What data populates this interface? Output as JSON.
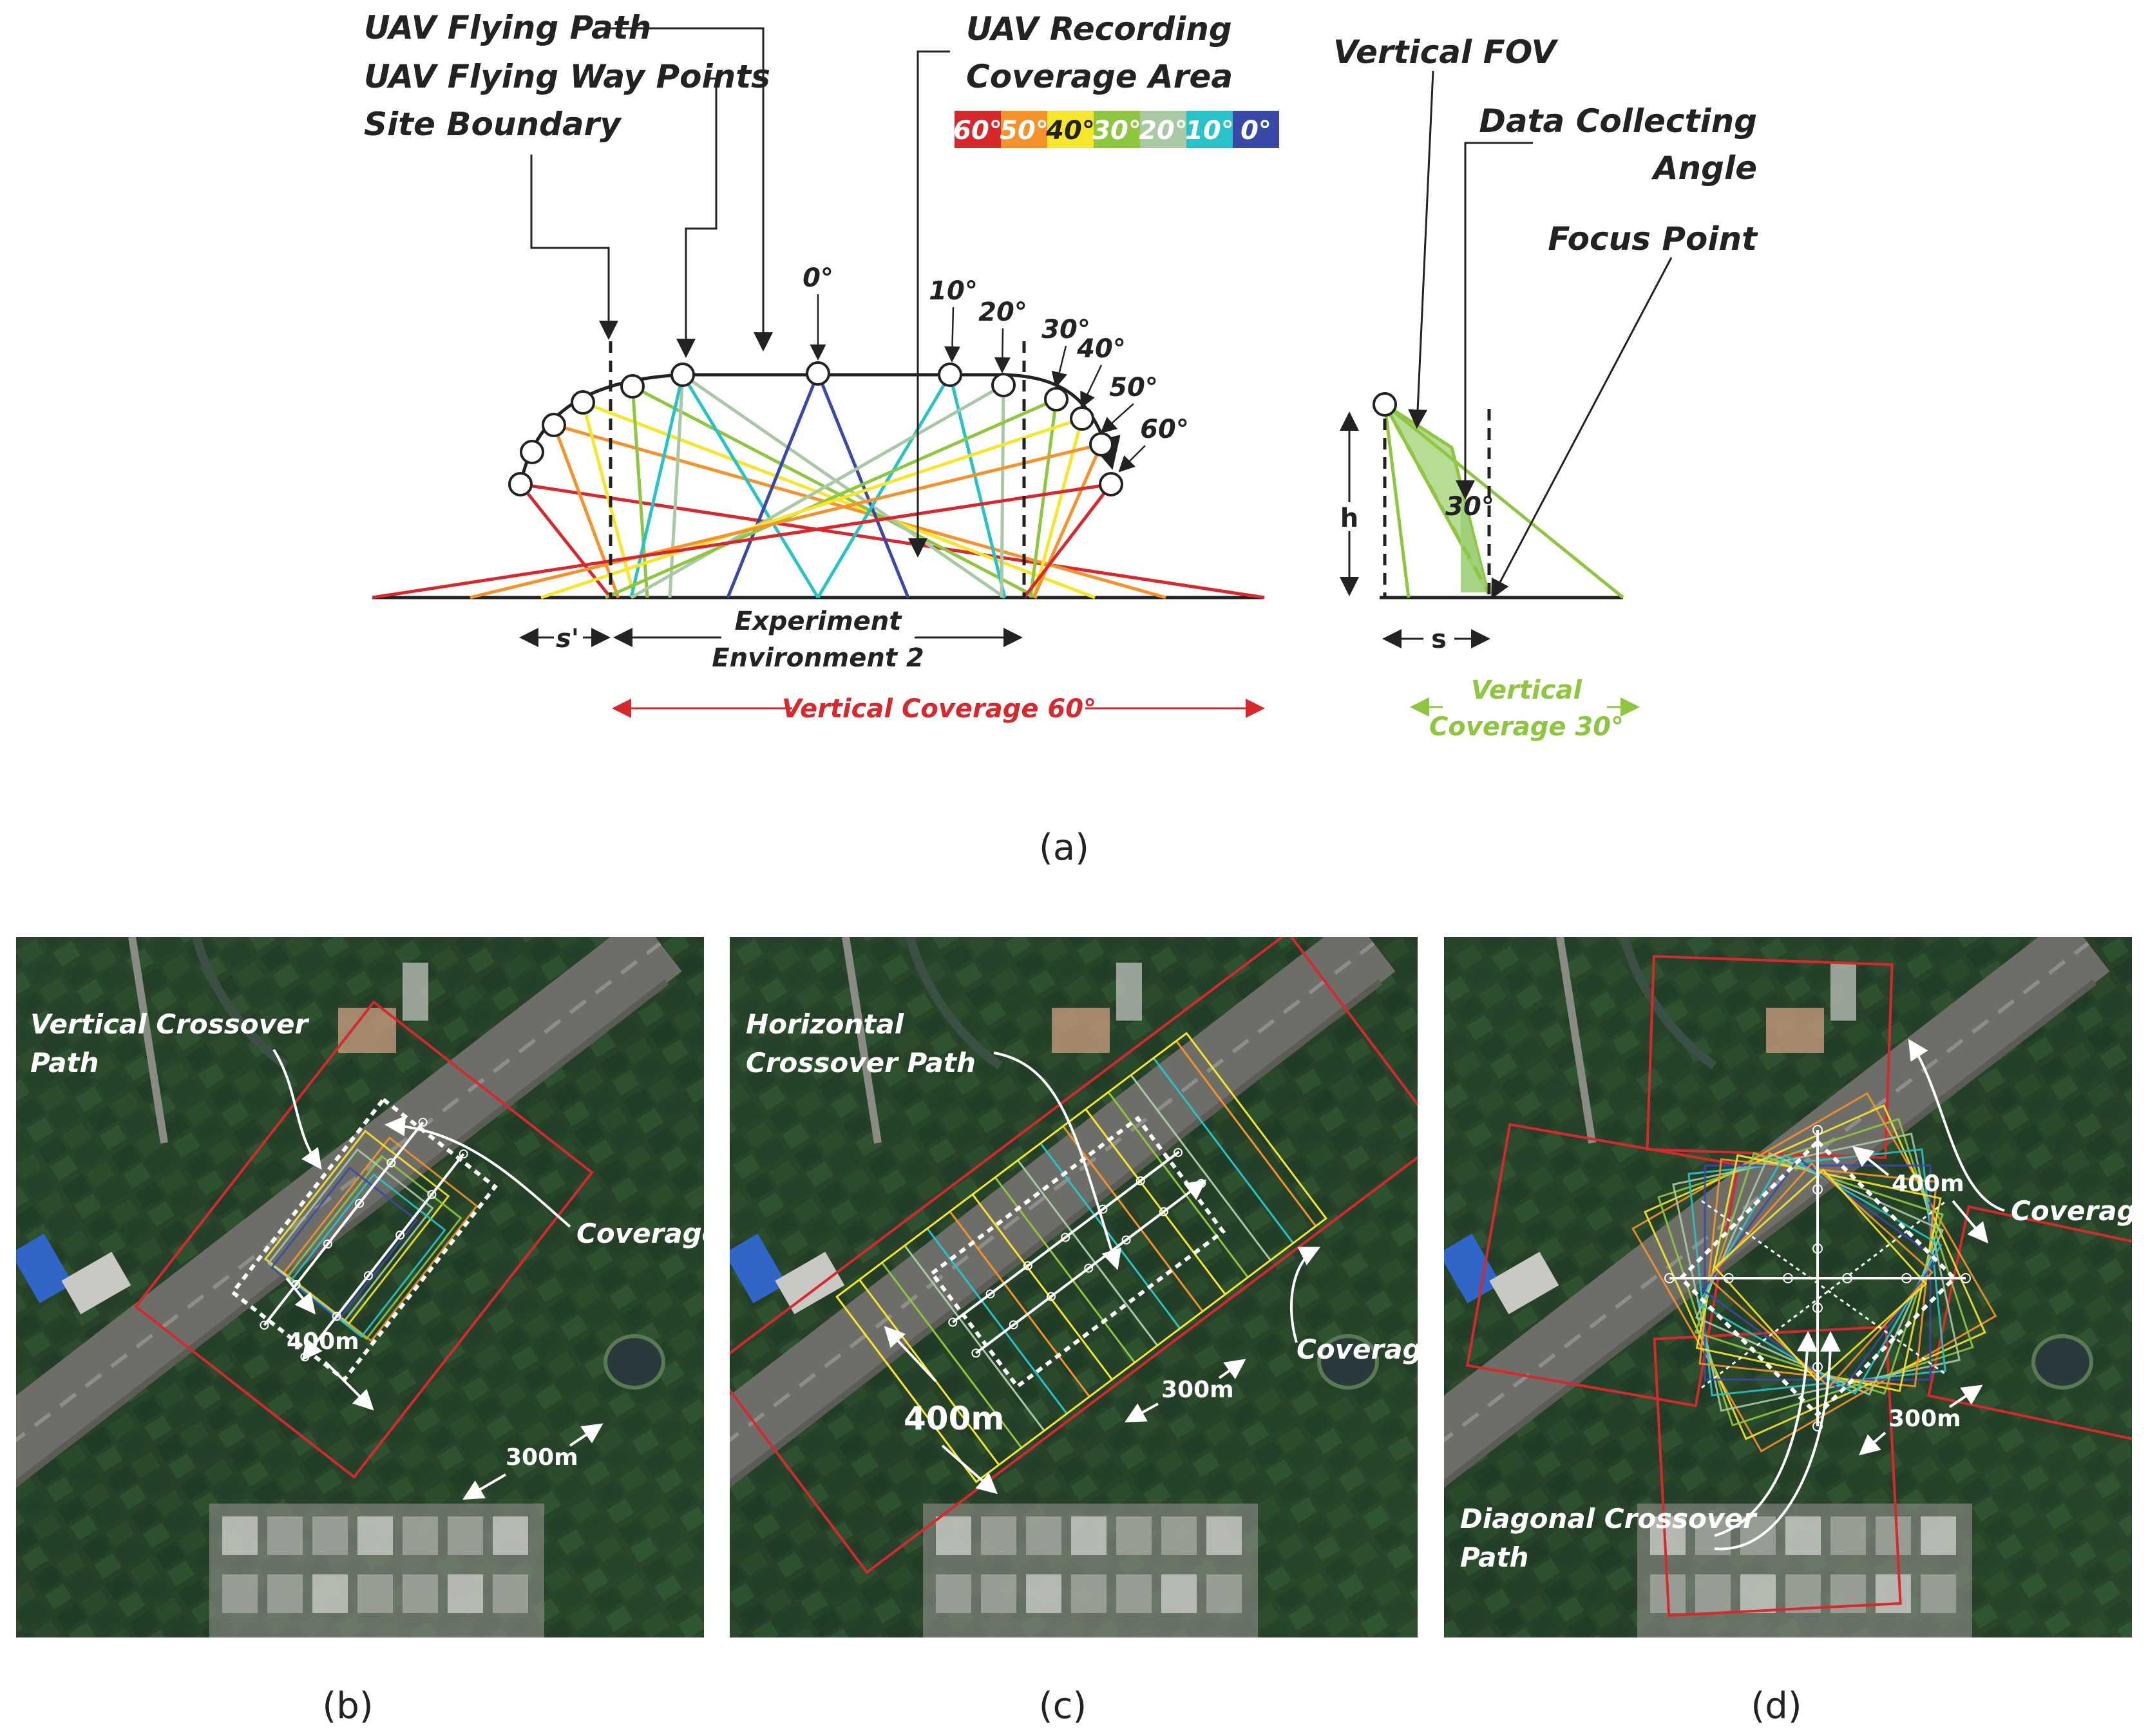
{
  "diagram_a": {
    "labels": {
      "flying_path": "UAV Flying Path",
      "way_points": "UAV Flying Way Points",
      "site_boundary": "Site Boundary",
      "recording_line1": "UAV Recording",
      "recording_line2": "Coverage Area",
      "vertical_fov": "Vertical FOV",
      "data_angle_line1": "Data Collecting",
      "data_angle_line2": "Angle",
      "focus_point": "Focus Point",
      "s_prime": "s'",
      "exp_env_line1": "Experiment",
      "exp_env_line2": "Environment 2",
      "vertical_coverage_60": "Vertical Coverage 60°",
      "h": "h",
      "s": "s",
      "angle_30": "30°",
      "vertical_coverage_30_line1": "Vertical",
      "vertical_coverage_30_line2": "Coverage 30°"
    },
    "legend": [
      {
        "label": "60°",
        "color": "#d7282e"
      },
      {
        "label": "50°",
        "color": "#f5922b"
      },
      {
        "label": "40°",
        "color": "#f7e62b"
      },
      {
        "label": "30°",
        "color": "#8fc640"
      },
      {
        "label": "20°",
        "color": "#a8c9a4"
      },
      {
        "label": "10°",
        "color": "#28c2c9"
      },
      {
        "label": "0°",
        "color": "#3a49a8"
      }
    ],
    "angle_labels": [
      "0°",
      "10°",
      "20°",
      "30°",
      "40°",
      "50°",
      "60°"
    ]
  },
  "panel_b": {
    "title_line1": "Vertical Crossover",
    "title_line2": "Path",
    "coverage": "Coverage",
    "dim_400": "400m",
    "dim_300": "300m"
  },
  "panel_c": {
    "title_line1": "Horizontal",
    "title_line2": "Crossover Path",
    "coverage": "Coverage",
    "dim_400": "400m",
    "dim_300": "300m"
  },
  "panel_d": {
    "title_line1": "Diagonal Crossover",
    "title_line2": "Path",
    "coverage": "Coverage",
    "dim_400": "400m",
    "dim_300": "300m"
  },
  "captions": {
    "a": "(a)",
    "b": "(b)",
    "c": "(c)",
    "d": "(d)"
  },
  "colors": {
    "c60": "#d7282e",
    "c50": "#f5922b",
    "c40": "#f7e62b",
    "c30": "#8fc640",
    "c20": "#a8c9a4",
    "c10": "#28c2c9",
    "c0": "#3a49a8"
  }
}
